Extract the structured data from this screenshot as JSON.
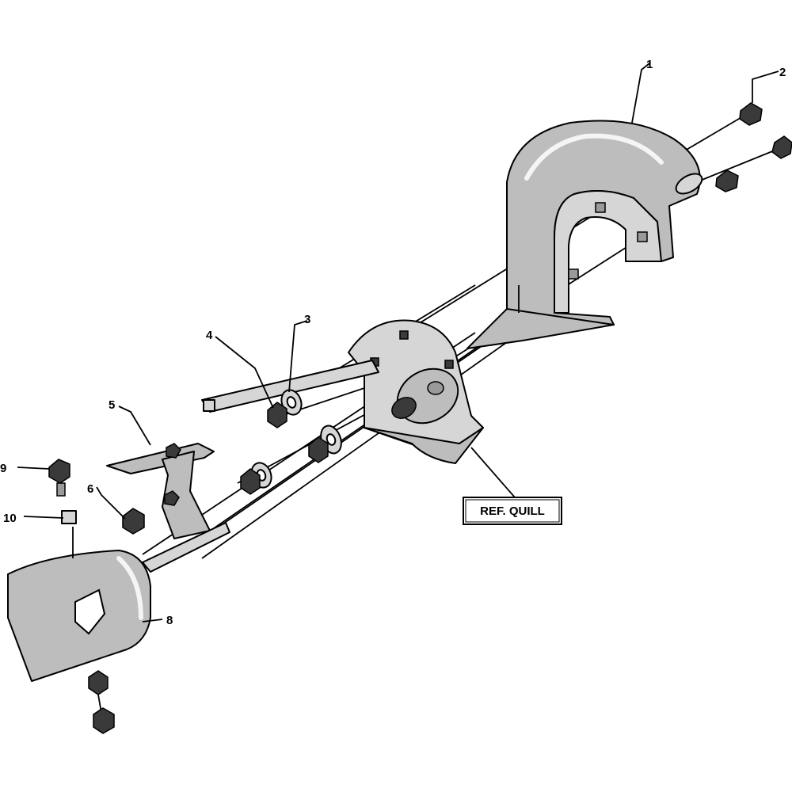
{
  "diagram": {
    "callouts": {
      "c1": "1",
      "c2": "2",
      "c3": "3",
      "c4": "4",
      "c5": "5",
      "c6": "6",
      "c8": "8",
      "c9": "9",
      "c10": "10"
    },
    "reference_label": "REF. QUILL",
    "colors": {
      "part_fill": "#bdbdbd",
      "line": "#000000",
      "background": "#ffffff"
    }
  }
}
